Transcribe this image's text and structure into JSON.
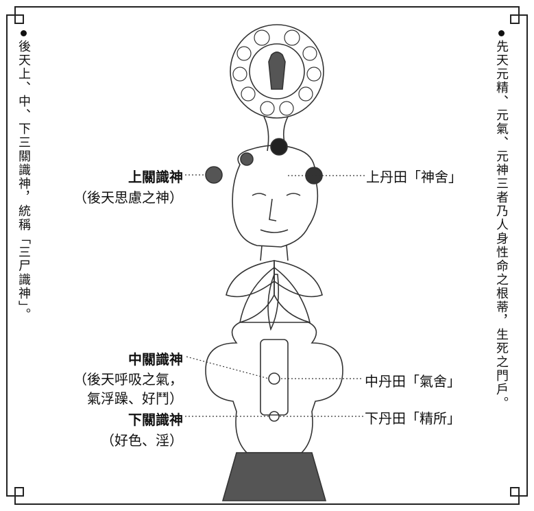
{
  "left_column": "後天上、中、下三關識神，統稱「三尸識神」。",
  "right_column": "先天元精、元氣、元神三者乃人身性命之根蒂，生死之門戶。",
  "labels": {
    "upper_gate": "上關識神",
    "upper_gate_note": "（後天思慮之神）",
    "middle_gate": "中關識神",
    "middle_gate_note_1": "（後天呼吸之氣，",
    "middle_gate_note_2": "氣浮躁、好鬥）",
    "lower_gate": "下關識神",
    "lower_gate_note": "（好色、淫）",
    "upper_dantian": "上丹田「神舍」",
    "middle_dantian": "中丹田「氣舍」",
    "lower_dantian": "下丹田「精所」"
  }
}
